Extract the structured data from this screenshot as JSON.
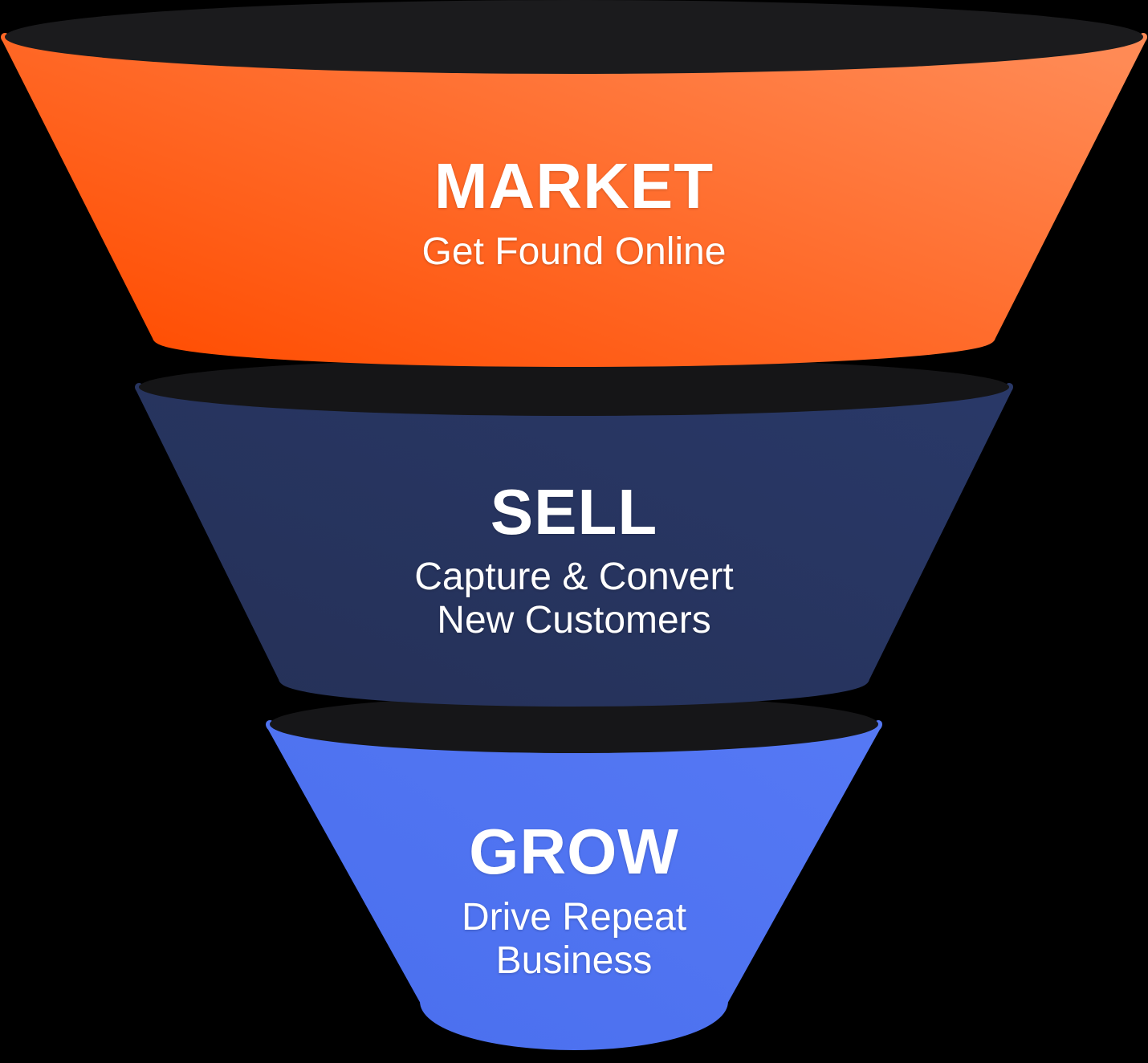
{
  "background_color": "#000000",
  "funnel": {
    "text_color": "#ffffff",
    "stages": [
      {
        "id": "market",
        "title": "MARKET",
        "subtitle_lines": [
          "Get Found Online"
        ],
        "color_start": "#ff4c00",
        "color_end": "#ff8a55",
        "rim_color": "#1b1b1d"
      },
      {
        "id": "sell",
        "title": "SELL",
        "subtitle_lines": [
          "Capture & Convert",
          "New Customers"
        ],
        "color_start": "#253158",
        "color_end": "#293867",
        "rim_color": "#151517"
      },
      {
        "id": "grow",
        "title": "GROW",
        "subtitle_lines": [
          "Drive Repeat",
          "Business"
        ],
        "color_start": "#4a6fee",
        "color_end": "#5578f4",
        "rim_color": "#161618"
      }
    ]
  }
}
